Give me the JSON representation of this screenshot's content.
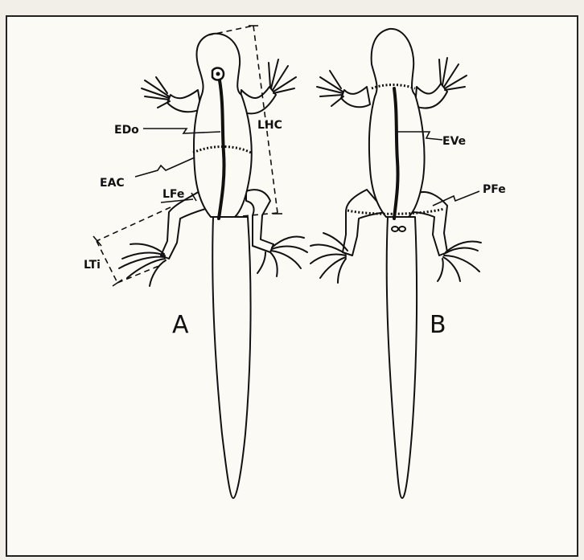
{
  "labels": {
    "edo": "EDo",
    "eac": "EAC",
    "lfe": "LFe",
    "lti": "LTi",
    "lhc": "LHC",
    "eve": "EVe",
    "pfe": "PFe"
  },
  "panels": {
    "a": "A",
    "b": "B"
  },
  "colors": {
    "paper": "#f1efe8",
    "frame_fill": "#fbfaf5",
    "ink": "#111111"
  }
}
